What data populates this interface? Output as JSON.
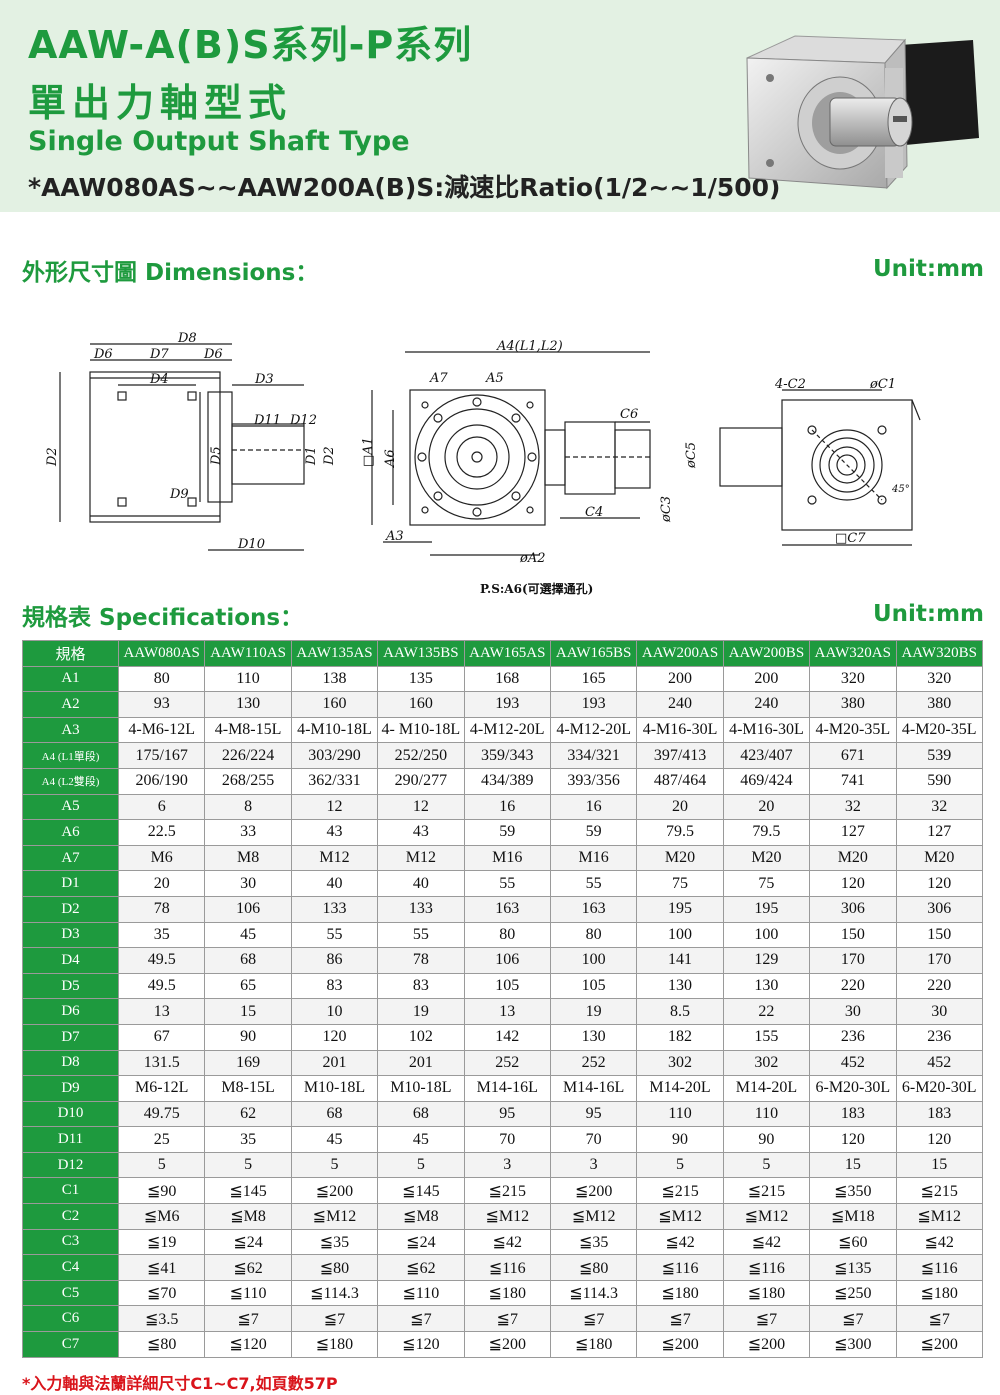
{
  "header": {
    "title_line1": "AAW-A(B)S系列-P系列",
    "title_line2": "單出力軸型式",
    "title_line3": "Single Output Shaft Type",
    "title_line4": "*AAW080AS~~AAW200A(B)S:減速比Ratio(1/2~~1/500)"
  },
  "dimensions_section": {
    "title": "外形尺寸圖 Dimensions：",
    "unit": "Unit:mm",
    "labels": {
      "d8": "D8",
      "d6a": "D6",
      "d7": "D7",
      "d6b": "D6",
      "d4": "D4",
      "d3": "D3",
      "d11": "D11",
      "d12": "D12",
      "d2": "D2",
      "d5": "D5",
      "d1": "D1",
      "d2b": "D2",
      "d9": "D9",
      "d10": "D10",
      "a4": "A4(L1,L2)",
      "a7": "A7",
      "a5": "A5",
      "c6": "C6",
      "a1": "□A1",
      "a6": "A6",
      "c5": "øC5",
      "c3": "øC3",
      "c4": "C4",
      "a3": "A3",
      "a2": "øA2",
      "c2": "4-C2",
      "c1": "øC1",
      "c7": "□C7",
      "angle": "45°"
    },
    "ps_note": "P.S:A6(可選擇通孔)"
  },
  "spec_section": {
    "title": "規格表 Specifications：",
    "unit": "Unit:mm",
    "columns": [
      "規格",
      "AAW080AS",
      "AAW110AS",
      "AAW135AS",
      "AAW135BS",
      "AAW165AS",
      "AAW165BS",
      "AAW200AS",
      "AAW200BS",
      "AAW320AS",
      "AAW320BS"
    ],
    "rows": [
      {
        "label": "A1",
        "values": [
          "80",
          "110",
          "138",
          "135",
          "168",
          "165",
          "200",
          "200",
          "320",
          "320"
        ]
      },
      {
        "label": "A2",
        "values": [
          "93",
          "130",
          "160",
          "160",
          "193",
          "193",
          "240",
          "240",
          "380",
          "380"
        ]
      },
      {
        "label": "A3",
        "values": [
          "4-M6-12L",
          "4-M8-15L",
          "4-M10-18L",
          "4- M10-18L",
          "4-M12-20L",
          "4-M12-20L",
          "4-M16-30L",
          "4-M16-30L",
          "4-M20-35L",
          "4-M20-35L"
        ]
      },
      {
        "label": "A4 (L1單段)",
        "values": [
          "175/167",
          "226/224",
          "303/290",
          "252/250",
          "359/343",
          "334/321",
          "397/413",
          "423/407",
          "671",
          "539"
        ]
      },
      {
        "label": "A4 (L2雙段)",
        "values": [
          "206/190",
          "268/255",
          "362/331",
          "290/277",
          "434/389",
          "393/356",
          "487/464",
          "469/424",
          "741",
          "590"
        ]
      },
      {
        "label": "A5",
        "values": [
          "6",
          "8",
          "12",
          "12",
          "16",
          "16",
          "20",
          "20",
          "32",
          "32"
        ]
      },
      {
        "label": "A6",
        "values": [
          "22.5",
          "33",
          "43",
          "43",
          "59",
          "59",
          "79.5",
          "79.5",
          "127",
          "127"
        ]
      },
      {
        "label": "A7",
        "values": [
          "M6",
          "M8",
          "M12",
          "M12",
          "M16",
          "M16",
          "M20",
          "M20",
          "M20",
          "M20"
        ]
      },
      {
        "label": "D1",
        "values": [
          "20",
          "30",
          "40",
          "40",
          "55",
          "55",
          "75",
          "75",
          "120",
          "120"
        ]
      },
      {
        "label": "D2",
        "values": [
          "78",
          "106",
          "133",
          "133",
          "163",
          "163",
          "195",
          "195",
          "306",
          "306"
        ]
      },
      {
        "label": "D3",
        "values": [
          "35",
          "45",
          "55",
          "55",
          "80",
          "80",
          "100",
          "100",
          "150",
          "150"
        ]
      },
      {
        "label": "D4",
        "values": [
          "49.5",
          "68",
          "86",
          "78",
          "106",
          "100",
          "141",
          "129",
          "170",
          "170"
        ]
      },
      {
        "label": "D5",
        "values": [
          "49.5",
          "65",
          "83",
          "83",
          "105",
          "105",
          "130",
          "130",
          "220",
          "220"
        ]
      },
      {
        "label": "D6",
        "values": [
          "13",
          "15",
          "10",
          "19",
          "13",
          "19",
          "8.5",
          "22",
          "30",
          "30"
        ]
      },
      {
        "label": "D7",
        "values": [
          "67",
          "90",
          "120",
          "102",
          "142",
          "130",
          "182",
          "155",
          "236",
          "236"
        ]
      },
      {
        "label": "D8",
        "values": [
          "131.5",
          "169",
          "201",
          "201",
          "252",
          "252",
          "302",
          "302",
          "452",
          "452"
        ]
      },
      {
        "label": "D9",
        "values": [
          "M6-12L",
          "M8-15L",
          "M10-18L",
          "M10-18L",
          "M14-16L",
          "M14-16L",
          "M14-20L",
          "M14-20L",
          "6-M20-30L",
          "6-M20-30L"
        ]
      },
      {
        "label": "D10",
        "values": [
          "49.75",
          "62",
          "68",
          "68",
          "95",
          "95",
          "110",
          "110",
          "183",
          "183"
        ]
      },
      {
        "label": "D11",
        "values": [
          "25",
          "35",
          "45",
          "45",
          "70",
          "70",
          "90",
          "90",
          "120",
          "120"
        ]
      },
      {
        "label": "D12",
        "values": [
          "5",
          "5",
          "5",
          "5",
          "3",
          "3",
          "5",
          "5",
          "15",
          "15"
        ]
      },
      {
        "label": "C1",
        "values": [
          "≦90",
          "≦145",
          "≦200",
          "≦145",
          "≦215",
          "≦200",
          "≦215",
          "≦215",
          "≦350",
          "≦215"
        ]
      },
      {
        "label": "C2",
        "values": [
          "≦M6",
          "≦M8",
          "≦M12",
          "≦M8",
          "≦M12",
          "≦M12",
          "≦M12",
          "≦M12",
          "≦M18",
          "≦M12"
        ]
      },
      {
        "label": "C3",
        "values": [
          "≦19",
          "≦24",
          "≦35",
          "≦24",
          "≦42",
          "≦35",
          "≦42",
          "≦42",
          "≦60",
          "≦42"
        ]
      },
      {
        "label": "C4",
        "values": [
          "≦41",
          "≦62",
          "≦80",
          "≦62",
          "≦116",
          "≦80",
          "≦116",
          "≦116",
          "≦135",
          "≦116"
        ]
      },
      {
        "label": "C5",
        "values": [
          "≦70",
          "≦110",
          "≦114.3",
          "≦110",
          "≦180",
          "≦114.3",
          "≦180",
          "≦180",
          "≦250",
          "≦180"
        ]
      },
      {
        "label": "C6",
        "values": [
          "≦3.5",
          "≦7",
          "≦7",
          "≦7",
          "≦7",
          "≦7",
          "≦7",
          "≦7",
          "≦7",
          "≦7"
        ]
      },
      {
        "label": "C7",
        "values": [
          "≦80",
          "≦120",
          "≦180",
          "≦120",
          "≦200",
          "≦180",
          "≦200",
          "≦200",
          "≦300",
          "≦200"
        ]
      }
    ]
  },
  "footnote": "*入力軸與法蘭詳細尺寸C1~C7,如頁數57P",
  "colors": {
    "brand_green": "#1e9a3e",
    "header_bg": "#e3f1e3",
    "note_red": "#d9141b"
  }
}
